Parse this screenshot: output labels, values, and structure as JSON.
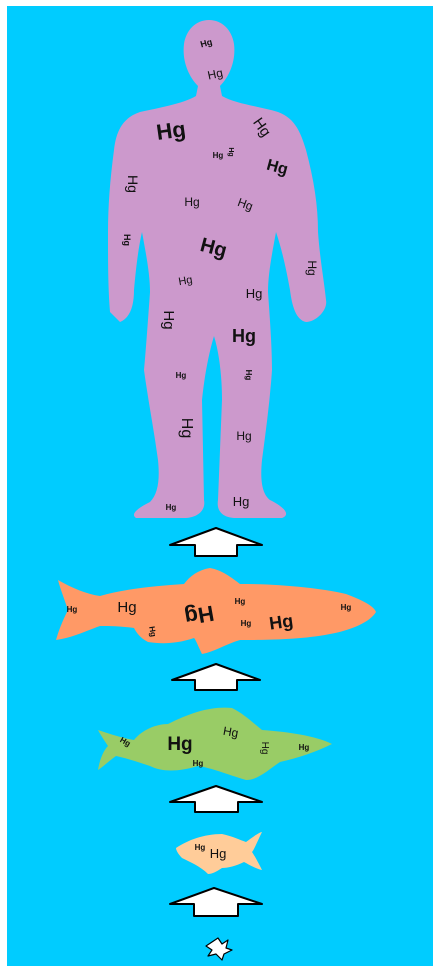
{
  "colors": {
    "background": "#00ccff",
    "frame": "#ffffff",
    "human": "#cc99cc",
    "large_fish": "#ff9966",
    "medium_fish": "#99cc66",
    "small_fish": "#ffcc99",
    "plankton": "#ffffff",
    "arrow_fill": "#ffffff",
    "arrow_stroke": "#000000",
    "label": "#111111"
  },
  "label_text": "Hg",
  "levels": [
    {
      "name": "human",
      "hg_label_count": 23
    },
    {
      "name": "large-fish",
      "hg_label_count": 8
    },
    {
      "name": "medium-fish",
      "hg_label_count": 6
    },
    {
      "name": "small-fish",
      "hg_label_count": 2
    },
    {
      "name": "plankton",
      "hg_label_count": 0
    }
  ],
  "arrows": [
    {
      "from": "plankton",
      "to": "small-fish",
      "icon": "up-arrow-icon"
    },
    {
      "from": "small-fish",
      "to": "medium-fish",
      "icon": "up-arrow-icon"
    },
    {
      "from": "medium-fish",
      "to": "large-fish",
      "icon": "up-arrow-icon"
    },
    {
      "from": "large-fish",
      "to": "human",
      "icon": "up-arrow-icon"
    }
  ]
}
